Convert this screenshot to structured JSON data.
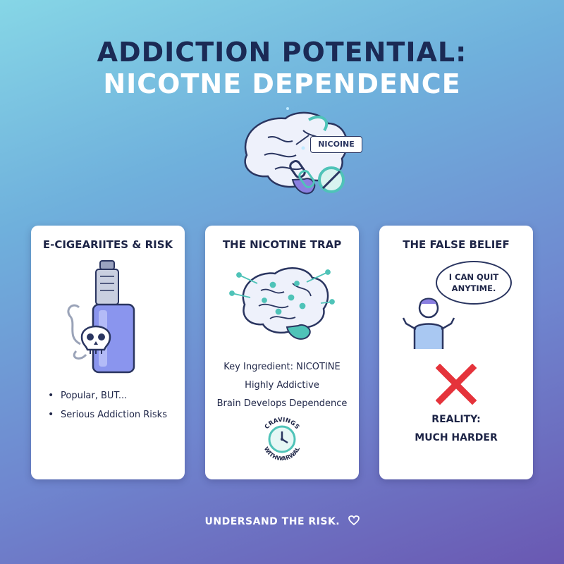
{
  "header": {
    "title_line1": "ADDICTION POTENTIAL:",
    "title_line2": "NICOTNE DEPENDENCE"
  },
  "hero": {
    "tag": "NICOINE",
    "icons": [
      "brain-icon",
      "chain-link-icon",
      "arrow-icon"
    ]
  },
  "cards": [
    {
      "title": "E-CIGEARIITES & RISK",
      "icon": "vape-skull-icon",
      "bullets": [
        "Popular, BUT...",
        "Serious Addiction Risks"
      ]
    },
    {
      "title": "THE NICOTINE TRAP",
      "icon": "neural-brain-icon",
      "lines": [
        "Key Ingredient: NICOTINE",
        "Highly Addictive",
        "Brain Develops Dependence"
      ],
      "clock_top": "CRAVINGS",
      "clock_bottom": "WITHWARWAL"
    },
    {
      "title": "THE FALSE BELIEF",
      "icon": "shrugging-person-icon",
      "speech_line1": "I CAN QUIT",
      "speech_line2": "ANYTIME.",
      "reality_line1": "REALITY:",
      "reality_line2": "MUCH HARDER"
    }
  ],
  "footer": {
    "text": "UNDERSAND THE RISK."
  },
  "colors": {
    "dark_navy": "#1e2547",
    "accent_teal": "#4fc3b8",
    "accent_purple": "#8a7fe0",
    "red_x": "#e5333b"
  }
}
